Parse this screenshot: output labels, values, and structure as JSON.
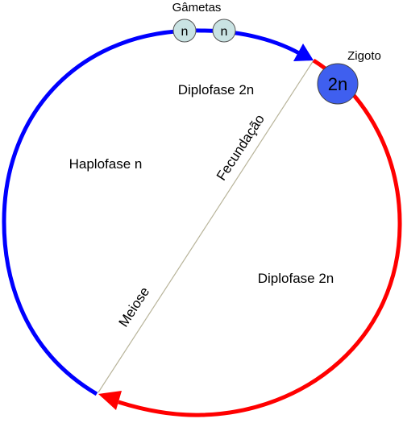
{
  "labels": {
    "gametes_title": "Gâmetas",
    "gamete_1": "n",
    "gamete_2": "n",
    "zygote_title": "Zigoto",
    "zygote_ploidy": "2n",
    "diplophase_top": "Diplofase 2n",
    "diplophase_bottom": "Diplofase 2n",
    "haplophase": "Haplofase n",
    "fertilization": "Fecundação",
    "meiosis": "Meiose"
  },
  "colors": {
    "haplophase_arc": "#0000ff",
    "diplophase_arc": "#ff0000",
    "gamete_fill": "#c9e3e3",
    "zygote_fill": "#3f5fef",
    "divider_line": "#b8b49a"
  }
}
